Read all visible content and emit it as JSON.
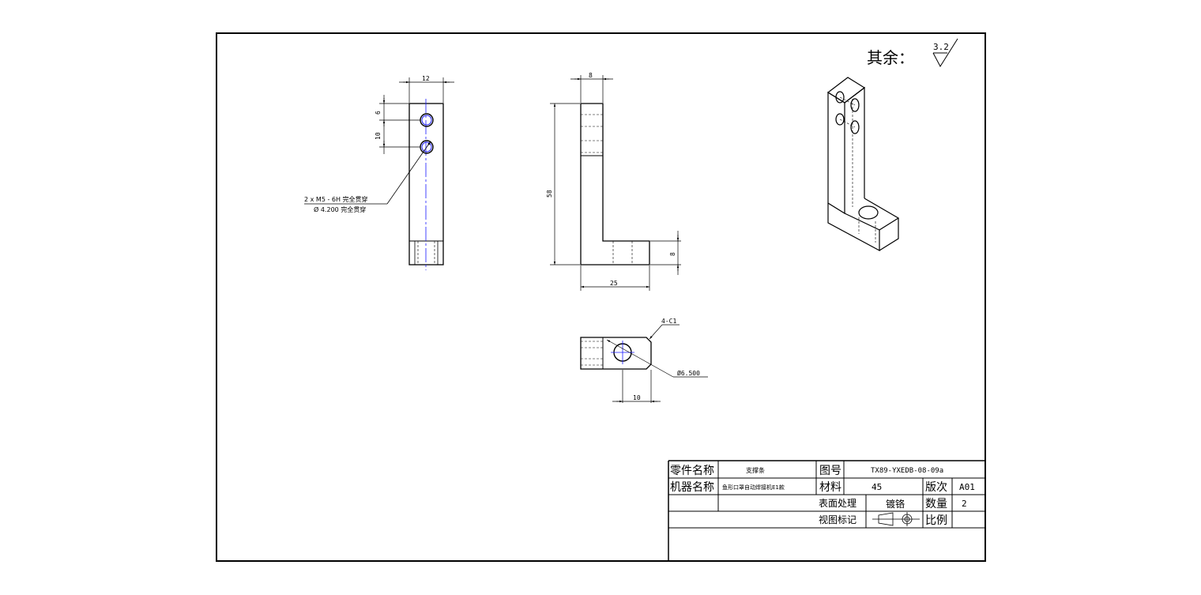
{
  "roughness_note": {
    "label": "其余：",
    "value": "3.2"
  },
  "dimensions": {
    "side_width": "12",
    "hole_top_offset": "6",
    "hole_spacing": "10",
    "thread_callout_line1": "2 x  M5 - 6H 完全贯穿",
    "thread_callout_line2": "Ø 4.200 完全贯穿",
    "front_thickness": "8",
    "front_height": "58",
    "foot_height": "8",
    "foot_length": "25",
    "chamfer": "4-C1",
    "hole_dia": "Ø6.500",
    "hole_offset": "10"
  },
  "title_block": {
    "part_name_label": "零件名称",
    "part_name": "支撑条",
    "drawing_no_label": "图号",
    "drawing_no": "TX89-YXEDB-08-09a",
    "machine_name_label": "机器名称",
    "machine_name": "鱼形口罩自动焊接机E1款",
    "material_label": "材料",
    "material": "45",
    "revision_label": "版次",
    "revision": "A01",
    "surface_label": "表面处理",
    "surface": "镀铬",
    "quantity_label": "数量",
    "quantity": "2",
    "view_label": "视图标记",
    "scale_label": "比例"
  }
}
